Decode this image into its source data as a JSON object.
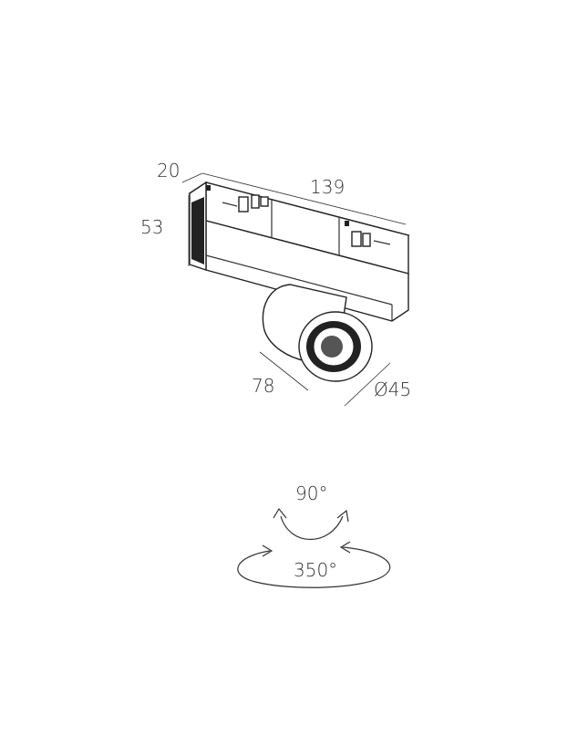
{
  "dimensions": {
    "depth": "20",
    "length": "139",
    "height": "53",
    "head_length": "78",
    "diameter": "Ø45"
  },
  "rotation": {
    "tilt": "90°",
    "pan": "350°"
  }
}
